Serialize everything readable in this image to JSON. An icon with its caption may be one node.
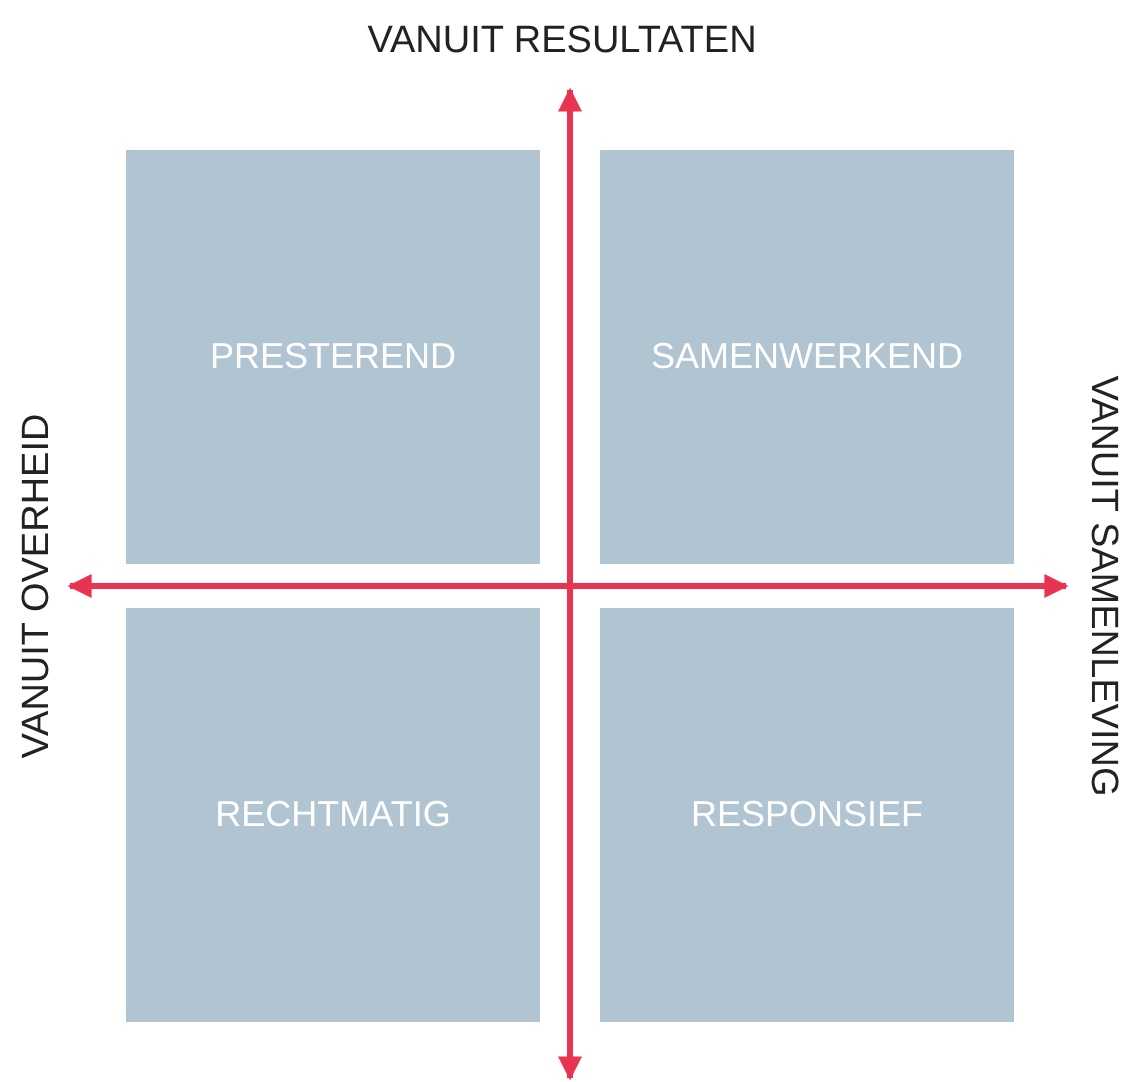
{
  "diagram": {
    "nodes": [
      {
        "text": [
          "PRESTEREND"
        ]
      },
      {
        "text": [
          "SAMENWERKEND"
        ]
      },
      {
        "text": [
          "RECHTMATIG"
        ]
      },
      {
        "text": [
          "RESPONSIEF"
        ]
      }
    ],
    "labels": [
      "VANUIT RESULTATEN",
      "VANUIT OVERHEID",
      "VANUIT SAMENLEVING"
    ]
  }
}
